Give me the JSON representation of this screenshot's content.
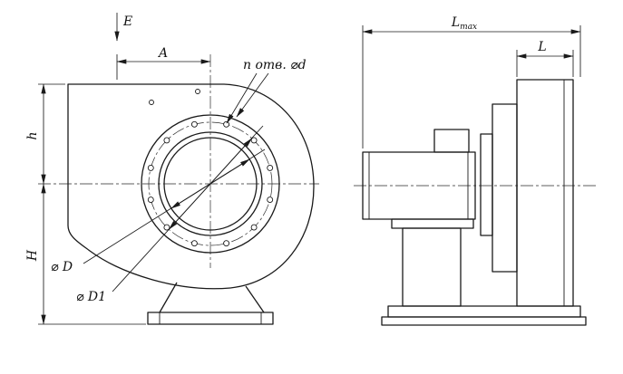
{
  "drawing": {
    "type": "technical-dimension-drawing",
    "subject": "centrifugal fan, front and side views",
    "colors": {
      "line": "#1a1a1a",
      "background": "#ffffff"
    }
  },
  "labels": {
    "e": "E",
    "a": "A",
    "h": "h",
    "H": "H",
    "d": "⌀ D",
    "d1": "⌀ D1",
    "holes": "n отв. ⌀d",
    "l": "L",
    "lmax_base": "L",
    "lmax_sub": "max"
  }
}
